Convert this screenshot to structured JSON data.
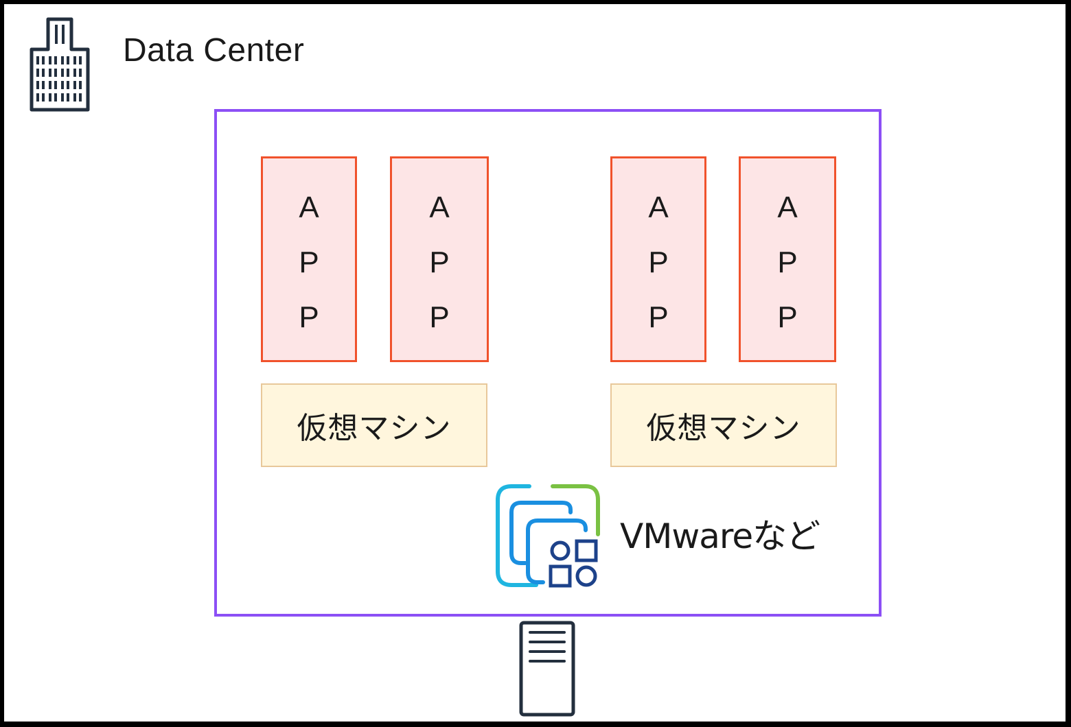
{
  "diagram": {
    "title": "Data Center",
    "title_icon": "office-building-icon",
    "host": {
      "border_color": "#8c4ff5",
      "virtual_machines": [
        {
          "label": "仮想マシン",
          "apps": [
            {
              "letters": [
                "A",
                "P",
                "P"
              ]
            },
            {
              "letters": [
                "A",
                "P",
                "P"
              ]
            }
          ]
        },
        {
          "label": "仮想マシン",
          "apps": [
            {
              "letters": [
                "A",
                "P",
                "P"
              ]
            },
            {
              "letters": [
                "A",
                "P",
                "P"
              ]
            }
          ]
        }
      ],
      "hypervisor": {
        "icon": "vmware-virtualization-icon",
        "label": "VMwareなど"
      }
    },
    "server_icon": "server-icon",
    "colors": {
      "app_border": "#f0522c",
      "app_fill": "#fde5e6",
      "vm_border": "#e8c89a",
      "vm_fill": "#fff6dd",
      "icon_dark": "#232f3e",
      "vmw_cyan": "#1fb5e0",
      "vmw_blue": "#1a8fe0",
      "vmw_green": "#7ac143",
      "vmw_navy": "#1d428a"
    }
  }
}
